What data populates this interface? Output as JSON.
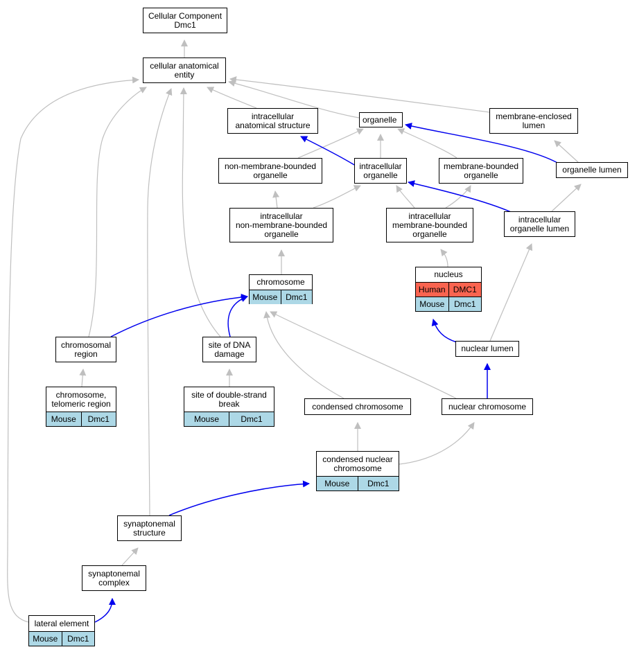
{
  "colors": {
    "is_a_edge": "#bfbfbf",
    "part_of_edge": "#0000ee",
    "mouse_annotation": "#add8e6",
    "human_annotation": "#fa6450"
  },
  "nodes": {
    "root": {
      "label": "Cellular Component\nDmc1"
    },
    "cellular_anatomical_entity": {
      "label": "cellular anatomical\nentity"
    },
    "intracellular_anatomical_structure": {
      "label": "intracellular\nanatomical structure"
    },
    "organelle": {
      "label": "organelle"
    },
    "membrane_enclosed_lumen": {
      "label": "membrane-enclosed\nlumen"
    },
    "non_membrane_bounded_organelle": {
      "label": "non-membrane-bounded\norganelle"
    },
    "intracellular_organelle": {
      "label": "intracellular\norganelle"
    },
    "membrane_bounded_organelle": {
      "label": "membrane-bounded\norganelle"
    },
    "organelle_lumen": {
      "label": "organelle lumen"
    },
    "intracellular_non_membrane_bounded_organelle": {
      "label": "intracellular\nnon-membrane-bounded\norganelle"
    },
    "intracellular_membrane_bounded_organelle": {
      "label": "intracellular\nmembrane-bounded\norganelle"
    },
    "intracellular_organelle_lumen": {
      "label": "intracellular\norganelle lumen"
    },
    "chromosome": {
      "label": "chromosome",
      "annotations": [
        [
          "Mouse",
          "Dmc1"
        ]
      ]
    },
    "nucleus": {
      "label": "nucleus",
      "annotations": [
        [
          "Human",
          "DMC1"
        ],
        [
          "Mouse",
          "Dmc1"
        ]
      ]
    },
    "chromosomal_region": {
      "label": "chromosomal\nregion"
    },
    "site_of_dna_damage": {
      "label": "site of DNA\ndamage"
    },
    "nuclear_lumen": {
      "label": "nuclear lumen"
    },
    "chromosome_telomeric_region": {
      "label": "chromosome,\ntelomeric region",
      "annotations": [
        [
          "Mouse",
          "Dmc1"
        ]
      ]
    },
    "site_of_double_strand_break": {
      "label": "site of double-strand\nbreak",
      "annotations": [
        [
          "Mouse",
          "Dmc1"
        ]
      ]
    },
    "condensed_chromosome": {
      "label": "condensed chromosome"
    },
    "nuclear_chromosome": {
      "label": "nuclear chromosome"
    },
    "condensed_nuclear_chromosome": {
      "label": "condensed nuclear\nchromosome",
      "annotations": [
        [
          "Mouse",
          "Dmc1"
        ]
      ]
    },
    "synaptonemal_structure": {
      "label": "synaptonemal\nstructure"
    },
    "synaptonemal_complex": {
      "label": "synaptonemal\ncomplex"
    },
    "lateral_element": {
      "label": "lateral element",
      "annotations": [
        [
          "Mouse",
          "Dmc1"
        ]
      ]
    }
  },
  "edges": [
    {
      "from": "cellular_anatomical_entity",
      "to": "root",
      "type": "is_a"
    },
    {
      "from": "intracellular_anatomical_structure",
      "to": "cellular_anatomical_entity",
      "type": "is_a"
    },
    {
      "from": "organelle",
      "to": "cellular_anatomical_entity",
      "type": "is_a"
    },
    {
      "from": "membrane_enclosed_lumen",
      "to": "cellular_anatomical_entity",
      "type": "is_a"
    },
    {
      "from": "chromosomal_region",
      "to": "cellular_anatomical_entity",
      "type": "is_a"
    },
    {
      "from": "site_of_dna_damage",
      "to": "cellular_anatomical_entity",
      "type": "is_a"
    },
    {
      "from": "synaptonemal_structure",
      "to": "cellular_anatomical_entity",
      "type": "is_a"
    },
    {
      "from": "lateral_element",
      "to": "cellular_anatomical_entity",
      "type": "is_a"
    },
    {
      "from": "non_membrane_bounded_organelle",
      "to": "organelle",
      "type": "is_a"
    },
    {
      "from": "intracellular_organelle",
      "to": "organelle",
      "type": "is_a"
    },
    {
      "from": "membrane_bounded_organelle",
      "to": "organelle",
      "type": "is_a"
    },
    {
      "from": "intracellular_organelle",
      "to": "intracellular_anatomical_structure",
      "type": "part_of"
    },
    {
      "from": "organelle_lumen",
      "to": "organelle",
      "type": "part_of"
    },
    {
      "from": "organelle_lumen",
      "to": "membrane_enclosed_lumen",
      "type": "is_a"
    },
    {
      "from": "intracellular_non_membrane_bounded_organelle",
      "to": "non_membrane_bounded_organelle",
      "type": "is_a"
    },
    {
      "from": "intracellular_non_membrane_bounded_organelle",
      "to": "intracellular_organelle",
      "type": "is_a"
    },
    {
      "from": "intracellular_membrane_bounded_organelle",
      "to": "intracellular_organelle",
      "type": "is_a"
    },
    {
      "from": "intracellular_membrane_bounded_organelle",
      "to": "membrane_bounded_organelle",
      "type": "is_a"
    },
    {
      "from": "intracellular_organelle_lumen",
      "to": "intracellular_organelle",
      "type": "part_of"
    },
    {
      "from": "intracellular_organelle_lumen",
      "to": "organelle_lumen",
      "type": "is_a"
    },
    {
      "from": "chromosome",
      "to": "intracellular_non_membrane_bounded_organelle",
      "type": "is_a"
    },
    {
      "from": "nucleus",
      "to": "intracellular_membrane_bounded_organelle",
      "type": "is_a"
    },
    {
      "from": "chromosomal_region",
      "to": "chromosome",
      "type": "part_of"
    },
    {
      "from": "site_of_dna_damage",
      "to": "chromosome",
      "type": "part_of"
    },
    {
      "from": "nuclear_lumen",
      "to": "nucleus",
      "type": "part_of"
    },
    {
      "from": "nuclear_lumen",
      "to": "intracellular_organelle_lumen",
      "type": "is_a"
    },
    {
      "from": "chromosome_telomeric_region",
      "to": "chromosomal_region",
      "type": "is_a"
    },
    {
      "from": "site_of_double_strand_break",
      "to": "site_of_dna_damage",
      "type": "is_a"
    },
    {
      "from": "condensed_chromosome",
      "to": "chromosome",
      "type": "is_a"
    },
    {
      "from": "nuclear_chromosome",
      "to": "chromosome",
      "type": "is_a"
    },
    {
      "from": "nuclear_chromosome",
      "to": "nuclear_lumen",
      "type": "part_of"
    },
    {
      "from": "condensed_nuclear_chromosome",
      "to": "condensed_chromosome",
      "type": "is_a"
    },
    {
      "from": "condensed_nuclear_chromosome",
      "to": "nuclear_chromosome",
      "type": "is_a"
    },
    {
      "from": "synaptonemal_structure",
      "to": "condensed_nuclear_chromosome",
      "type": "part_of"
    },
    {
      "from": "synaptonemal_complex",
      "to": "synaptonemal_structure",
      "type": "is_a"
    },
    {
      "from": "lateral_element",
      "to": "synaptonemal_complex",
      "type": "part_of"
    }
  ]
}
